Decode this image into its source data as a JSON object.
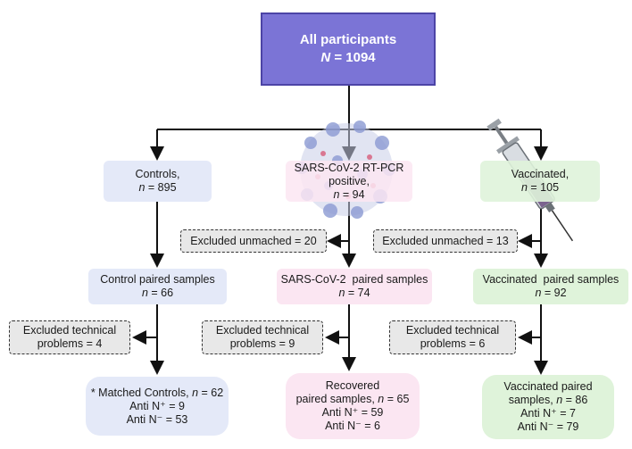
{
  "top": {
    "line1": "All participants",
    "n_label": "N",
    "n_value": " = 1094"
  },
  "groups": {
    "controls": {
      "title": "Controls,",
      "n_label": "n",
      "n_value": " = 895"
    },
    "sars": {
      "title1": "SARS-CoV-2 RT-PCR",
      "title2": "positive,",
      "n_label": "n",
      "n_value": " = 94"
    },
    "vaccinated": {
      "title": "Vaccinated,",
      "n_label": "n",
      "n_value": " = 105"
    }
  },
  "excluded_unmatched": {
    "sars": "Excluded unmached = 20",
    "vaccinated": "Excluded unmached = 13"
  },
  "paired": {
    "controls": {
      "title": "Control paired samples",
      "n_label": "n",
      "n_value": " = 66"
    },
    "sars": {
      "title": "SARS-CoV-2  paired samples",
      "n_label": "n",
      "n_value": " = 74"
    },
    "vaccinated": {
      "title": "Vaccinated  paired samples",
      "n_label": "n",
      "n_value": " = 92"
    }
  },
  "excluded_technical": {
    "controls": {
      "line1": "Excluded technical",
      "line2": "problems = 4"
    },
    "sars": {
      "line1": "Excluded technical",
      "line2": "problems = 9"
    },
    "vaccinated": {
      "line1": "Excluded technical",
      "line2": "problems = 6"
    }
  },
  "final": {
    "controls": {
      "line1": "* Matched Controls, ",
      "n_label": "n",
      "n_value": " = 62",
      "anti_pos": "Anti N⁺ = 9",
      "anti_neg": "Anti N⁻ = 53"
    },
    "sars": {
      "line1": "Recovered",
      "line2": "paired samples, ",
      "n_label": "n",
      "n_value": " = 65",
      "anti_pos": "Anti N⁺ = 59",
      "anti_neg": "Anti N⁻ = 6"
    },
    "vaccinated": {
      "line1": "Vaccinated paired",
      "line2": "samples, ",
      "n_label": "n",
      "n_value": " = 86",
      "anti_pos": "Anti N⁺ = 7",
      "anti_neg": "Anti N⁻ = 79"
    }
  },
  "colors": {
    "top_fill": "#7b74d6",
    "controls_fill": "#e4e9f8",
    "sars_fill": "#fbe6f2",
    "vaccinated_fill": "#dff3da",
    "excluded_fill": "#e8e8e8"
  },
  "icons": [
    "virus-icon",
    "syringe-icon"
  ]
}
